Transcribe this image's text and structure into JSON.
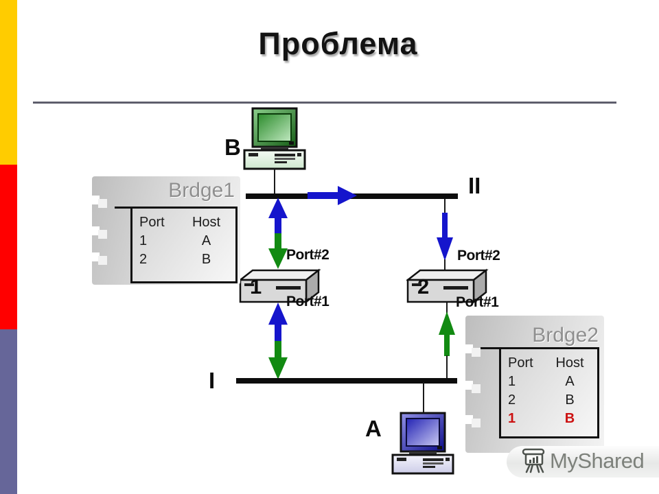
{
  "slide": {
    "title": "Проблема"
  },
  "accent_bars": {
    "yellow": "#FFCC00",
    "red": "#FF0000",
    "slate": "#666699"
  },
  "diagram": {
    "host_top": {
      "label": "B",
      "color": "green"
    },
    "host_bottom": {
      "label": "A",
      "color": "blue"
    },
    "segment_top": {
      "label": "II"
    },
    "segment_bottom": {
      "label": "I"
    },
    "bridge_left": {
      "number": "1",
      "port_top": "Port#2",
      "port_bottom": "Port#1"
    },
    "bridge_right": {
      "number": "2",
      "port_top": "Port#2",
      "port_bottom": "Port#1"
    },
    "tables": [
      {
        "title": "Brdge1",
        "columns": [
          "Port",
          "Host"
        ],
        "rows": [
          [
            "1",
            "A"
          ],
          [
            "2",
            "B"
          ]
        ]
      },
      {
        "title": "Brdge2",
        "columns": [
          "Port",
          "Host"
        ],
        "rows": [
          [
            "1",
            "A"
          ],
          [
            "2",
            "B"
          ],
          [
            "1",
            "B"
          ]
        ],
        "highlight_row": 2
      }
    ],
    "colors": {
      "arrow_blue": "#1515cc",
      "arrow_green": "#128a12",
      "bus_black": "#0d0d0d"
    }
  },
  "watermark": {
    "text": "MyShared"
  }
}
